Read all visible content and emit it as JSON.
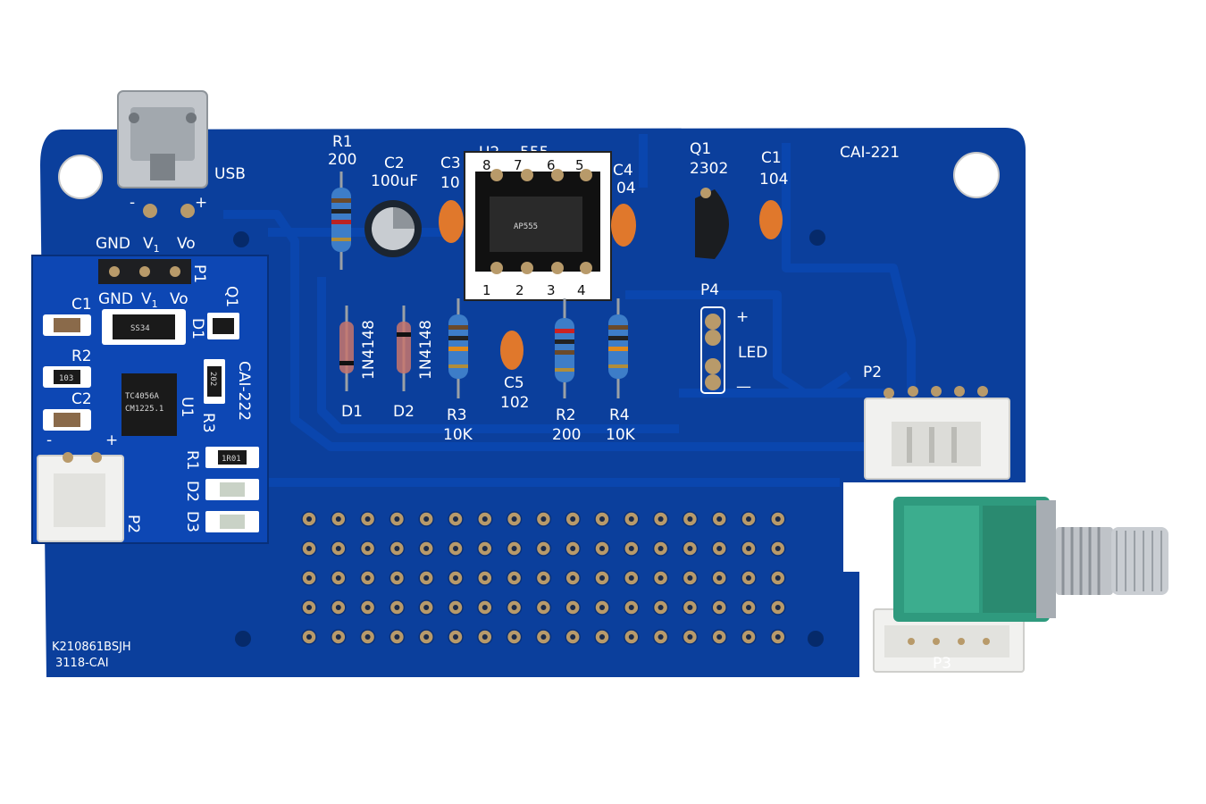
{
  "board": {
    "id": "CAI-221",
    "code_line1": "K210861BSJH",
    "code_line2": "3118-CAI",
    "usb": {
      "label": "USB",
      "minus": "-",
      "plus": "+"
    },
    "header_labels": {
      "gnd": "GND",
      "v1": "V",
      "v1_sub": "1",
      "vo": "Vo"
    },
    "components": {
      "r1": {
        "ref": "R1",
        "value": "200"
      },
      "c2": {
        "ref": "C2",
        "value": "100uF"
      },
      "c3": {
        "ref": "C3",
        "value": "10"
      },
      "u2": {
        "ref": "U2",
        "value": "555"
      },
      "c4": {
        "ref": "C4",
        "value": "04"
      },
      "q1": {
        "ref": "Q1",
        "value": "2302"
      },
      "c1": {
        "ref": "C1",
        "value": "104"
      },
      "d1": {
        "ref": "D1",
        "value": "1N4148"
      },
      "d2": {
        "ref": "D2",
        "value": "1N4148"
      },
      "r3": {
        "ref": "R3",
        "value": "10K"
      },
      "c5": {
        "ref": "C5",
        "value": "102"
      },
      "r2": {
        "ref": "R2",
        "value": "200"
      },
      "r4": {
        "ref": "R4",
        "value": "10K"
      },
      "p4": {
        "ref": "P4",
        "label": "LED",
        "plus": "+",
        "minus": "—"
      },
      "p2": {
        "ref": "P2"
      },
      "p3": {
        "ref": "P3"
      }
    },
    "socket_pins_top": [
      "8",
      "7",
      "6",
      "5"
    ],
    "socket_pins_bottom": [
      "1",
      "2",
      "3",
      "4"
    ],
    "chip_u2_marking": "AP555"
  },
  "module": {
    "id": "CAI-222",
    "header": {
      "gnd": "GND",
      "v1": "V",
      "v1_sub": "1",
      "vo": "Vo",
      "ref": "P1"
    },
    "labels": {
      "c1": "C1",
      "r2": "R2",
      "c2": "C2",
      "q1": "Q1",
      "d1": "D1",
      "u1": "U1",
      "r3": "R3",
      "r1": "R1",
      "d2": "D2",
      "d3": "D3",
      "p2": "P2",
      "minus": "-",
      "plus": "+"
    },
    "chip_markings": {
      "diode": "SS34",
      "ic_line1": "TC4056A",
      "ic_line2": "CM1225.1",
      "r2_code": "103",
      "r3_code": "202",
      "r1_code": "1R01"
    }
  },
  "colors": {
    "pcb": "#0b3f9c",
    "pcb_dark": "#08307a",
    "trace": "#0a47b0",
    "silk": "#ffffff",
    "copper": "#b89a6a",
    "knob_body": "#2f9a7e",
    "metal": "#bfc3c8"
  }
}
